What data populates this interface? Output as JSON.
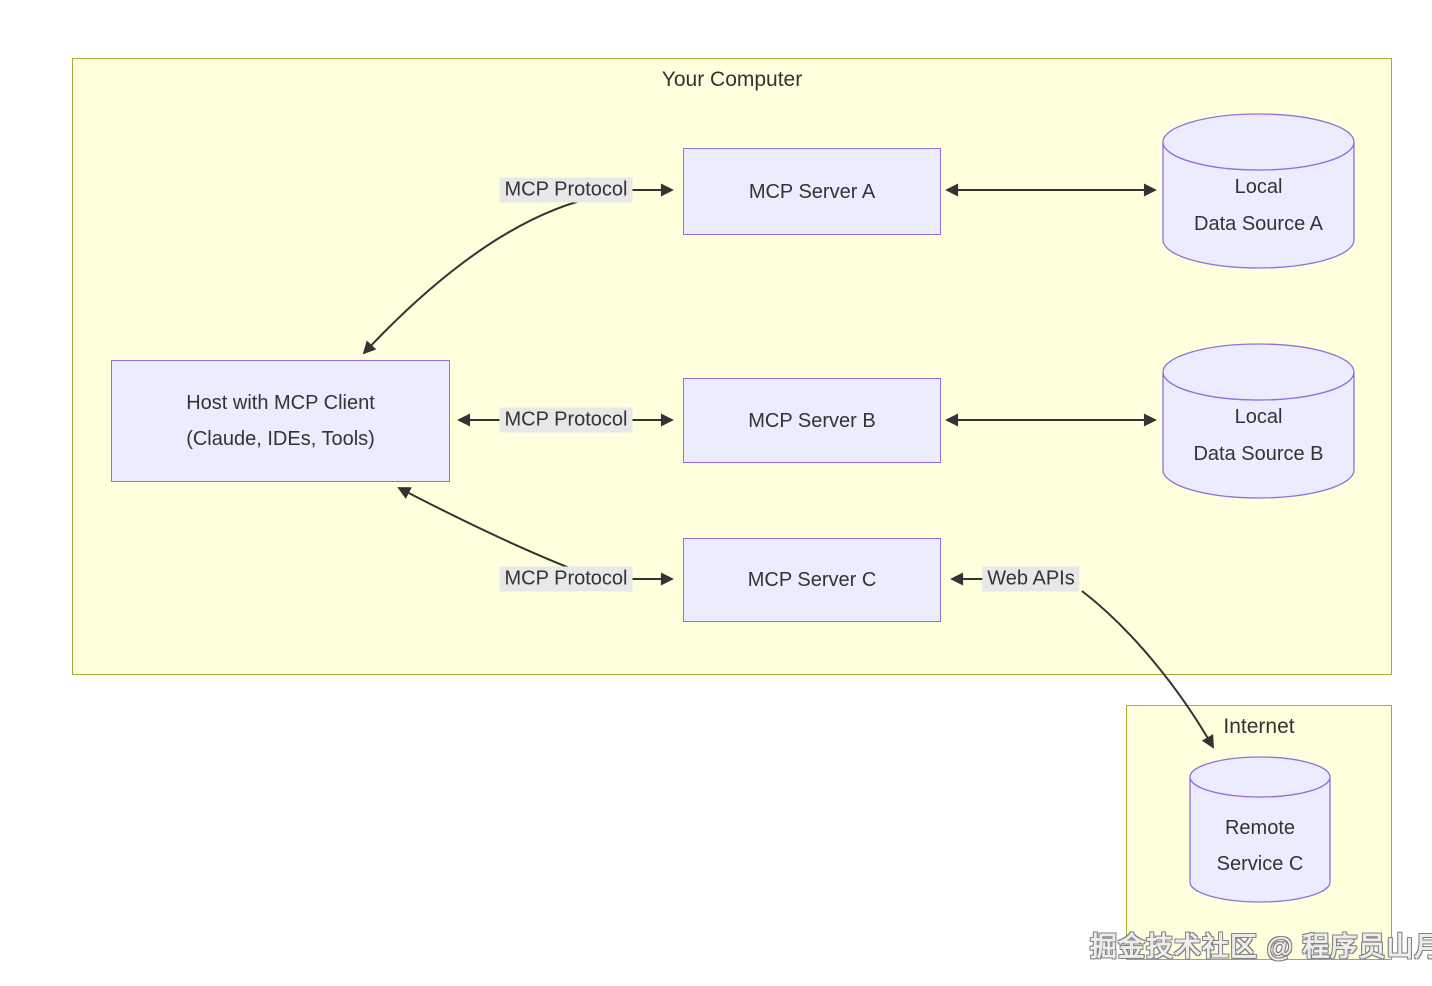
{
  "diagram": {
    "clusters": [
      {
        "title": "Your Computer"
      },
      {
        "title": "Internet"
      }
    ],
    "nodes": {
      "host": {
        "line1": "Host with MCP Client",
        "line2": "(Claude, IDEs, Tools)"
      },
      "server_a": {
        "label": "MCP Server A"
      },
      "server_b": {
        "label": "MCP Server B"
      },
      "server_c": {
        "label": "MCP Server C"
      },
      "ds_a": {
        "line1": "Local",
        "line2": "Data Source A"
      },
      "ds_b": {
        "line1": "Local",
        "line2": "Data Source B"
      },
      "remote_c": {
        "line1": "Remote",
        "line2": "Service C"
      }
    },
    "edge_labels": {
      "mcp_a": "MCP Protocol",
      "mcp_b": "MCP Protocol",
      "mcp_c": "MCP Protocol",
      "web_apis": "Web APIs"
    },
    "colors": {
      "node_fill": "#ECECFF",
      "node_border": "#9370DB",
      "cluster_fill": "#ffffde",
      "cluster_border": "#aaaa33",
      "edge_label_bg": "#e8e8e8",
      "line": "#333333",
      "text": "#333333"
    },
    "watermark": "掘金技术社区 @ 程序员山月"
  }
}
